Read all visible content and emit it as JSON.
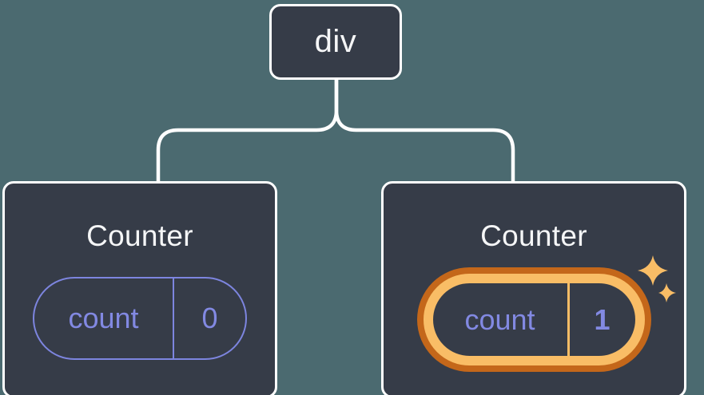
{
  "figure": {
    "description": "Component tree diagram: a div root with two Counter children holding separate count state",
    "root": {
      "label": "div"
    },
    "children": [
      {
        "title": "Counter",
        "state": {
          "name": "count",
          "value": "0"
        },
        "highlighted": false
      },
      {
        "title": "Counter",
        "state": {
          "name": "count",
          "value": "1"
        },
        "highlighted": true
      }
    ]
  },
  "icons": {
    "sparkles": "sparkles-icon"
  },
  "colors": {
    "background": "#4b6a70",
    "card_background": "#363c48",
    "card_border": "#ffffff",
    "connector": "#ffffff",
    "state_accent_purple": "#7d85df",
    "highlight_ring_outer": "#c4671a",
    "highlight_ring_inner": "#f9bd66",
    "sparkle": "#f9bd66",
    "text_primary": "#f5f6f7"
  }
}
